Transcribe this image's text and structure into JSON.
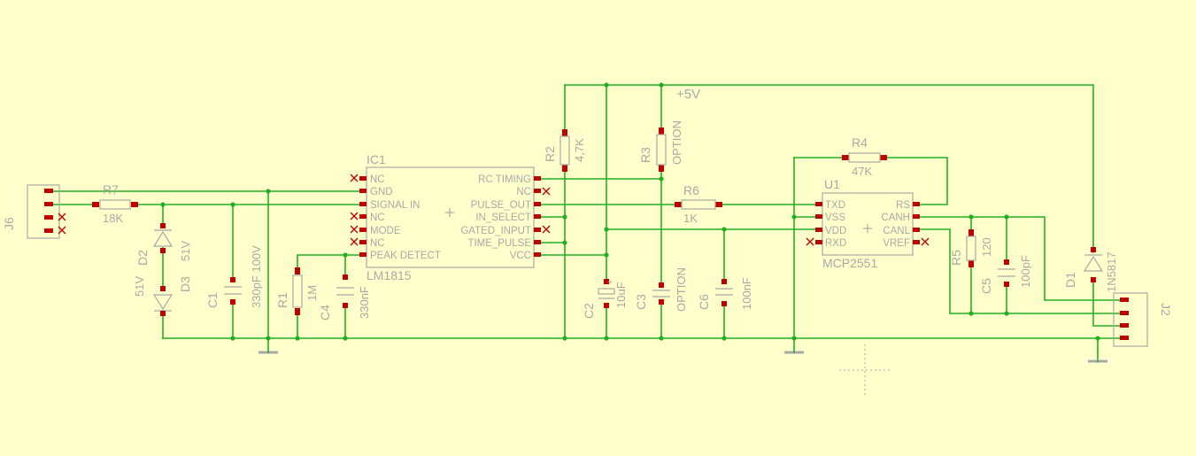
{
  "rails": {
    "vcc_label": "+5V"
  },
  "components": {
    "J6": {
      "name": "J6"
    },
    "J2": {
      "name": "J2"
    },
    "R7": {
      "name": "R7",
      "value": "18K"
    },
    "D2": {
      "name": "D2",
      "value": "51V"
    },
    "D3": {
      "name": "D3",
      "value": "51V"
    },
    "C1": {
      "name": "C1",
      "value": "330pF 100V"
    },
    "R1": {
      "name": "R1",
      "value": "1M"
    },
    "C4": {
      "name": "C4",
      "value": "330nF"
    },
    "IC1": {
      "name": "IC1",
      "value": "LM1815",
      "left_pins": [
        "NC",
        "GND",
        "SIGNAL IN",
        "NC",
        "MODE",
        "NC",
        "PEAK DETECT"
      ],
      "right_pins": [
        "RC TIMING",
        "NC",
        "PULSE_OUT",
        "IN_SELECT",
        "GATED_INPUT",
        "TIME_PULSE",
        "VCC"
      ]
    },
    "R2": {
      "name": "R2",
      "value": "4,7K"
    },
    "R3": {
      "name": "R3",
      "value": "OPTION"
    },
    "C2": {
      "name": "C2",
      "value": "10uF"
    },
    "C3": {
      "name": "C3",
      "value": "OPTION"
    },
    "C6": {
      "name": "C6",
      "value": "100nF"
    },
    "R6": {
      "name": "R6",
      "value": "1K"
    },
    "R4": {
      "name": "R4",
      "value": "47K"
    },
    "U1": {
      "name": "U1",
      "value": "MCP2551",
      "left_pins": [
        "TXD",
        "VSS",
        "VDD",
        "RXD"
      ],
      "right_pins": [
        "RS",
        "CANH",
        "CANL",
        "VREF"
      ]
    },
    "R5": {
      "name": "R5",
      "value": "120"
    },
    "C5": {
      "name": "C5",
      "value": "100pF"
    },
    "D1": {
      "name": "D1",
      "value": "1N5817"
    }
  }
}
